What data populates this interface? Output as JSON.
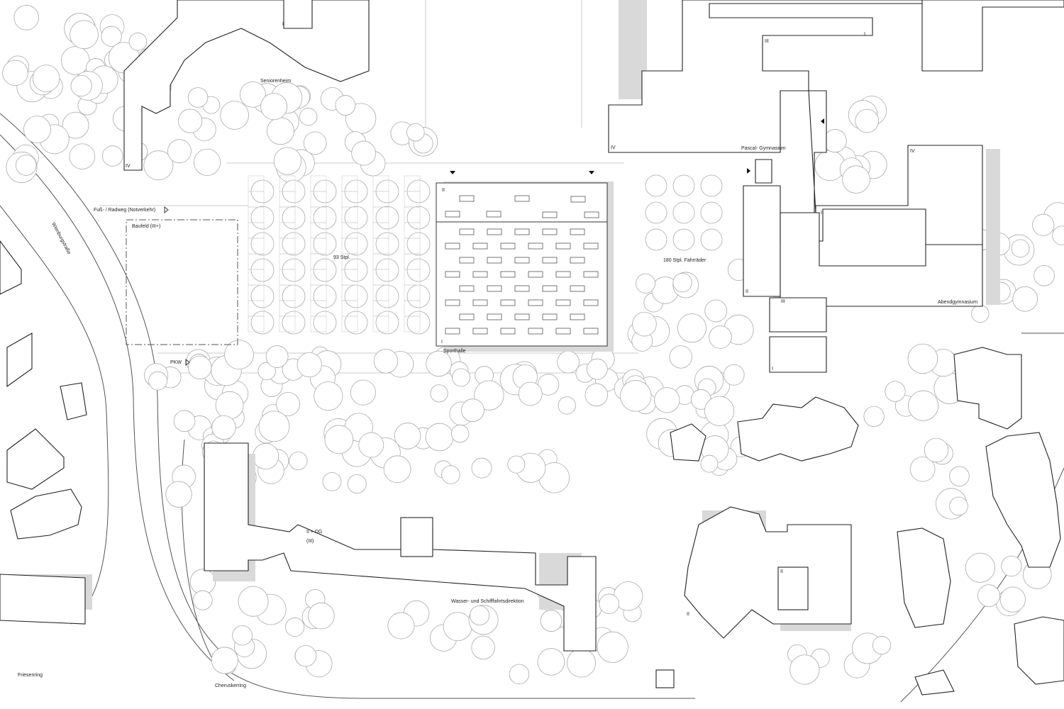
{
  "map": {
    "labels": {
      "seniorenheim": "Seniorenheim",
      "pascal": "Pascal- Gymnasium",
      "abend": "Abendgymnasium",
      "radweg": "Fuß- / Radweg (Notverkehr)",
      "baufeld": "Baufeld  (III+)",
      "stpl": "93 Stpl.",
      "fahrrad": "180 Stpl. Fahrräder",
      "sporthalle": "Sporthalle",
      "pkw": "PKW",
      "wienburg": "Wienburgstraße",
      "dg1": "II + DG",
      "dg2": "(III)",
      "wasser": "Wasser- und Schifffahrtsdirektion",
      "friesen": "Friesenring",
      "cherusker": "Cheruskerring"
    },
    "floors": {
      "I": "I",
      "II": "II",
      "III": "III",
      "IV": "IV"
    }
  }
}
